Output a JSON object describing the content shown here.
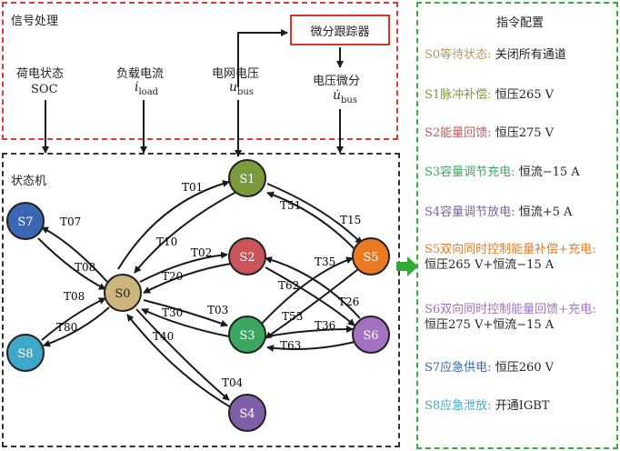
{
  "signal_section": {
    "title": "信号处理",
    "soc_label": "荷电状态",
    "soc_symbol": "SOC",
    "load_label": "负载电流",
    "load_symbol": "i",
    "load_sub": "load",
    "grid_label": "电网电压",
    "grid_symbol": "u",
    "grid_sub": "bus",
    "diff_tracker": "微分跟踪器",
    "diff_label": "电压微分",
    "diff_symbol": "u̇",
    "diff_sub": "bus"
  },
  "state_machine": {
    "title": "状态机",
    "states": [
      {
        "id": "S0",
        "color": "#cdb57e"
      },
      {
        "id": "S1",
        "color": "#7a9a3c"
      },
      {
        "id": "S2",
        "color": "#c9555a"
      },
      {
        "id": "S3",
        "color": "#3aa860"
      },
      {
        "id": "S4",
        "color": "#7f5fa8"
      },
      {
        "id": "S5",
        "color": "#ea7a22"
      },
      {
        "id": "S6",
        "color": "#a470c2"
      },
      {
        "id": "S7",
        "color": "#3a66b2"
      },
      {
        "id": "S8",
        "color": "#3fa8c8"
      }
    ],
    "transitions": [
      "T01",
      "T10",
      "T02",
      "T20",
      "T03",
      "T30",
      "T04",
      "T40",
      "T07",
      "T08",
      "T80",
      "T15",
      "T51",
      "T26",
      "T62",
      "T35",
      "T53",
      "T36",
      "T63"
    ]
  },
  "command_config": {
    "title": "指令配置",
    "items": [
      {
        "key": "S0等待状态:",
        "value": "关闭所有通道",
        "color": "#b49a5a"
      },
      {
        "key": "S1脉冲补偿:",
        "value": "恒压265 V",
        "color": "#7a9a3c"
      },
      {
        "key": "S2能量回馈:",
        "value": "恒压275 V",
        "color": "#c9555a"
      },
      {
        "key": "S3容量调节充电:",
        "value": "恒流−15 A",
        "color": "#3aa860"
      },
      {
        "key": "S4容量调节放电:",
        "value": "恒流+5 A",
        "color": "#7f5fa8"
      },
      {
        "key": "S5双向同时控制能量补偿+充电:",
        "value": "恒压265 V+恒流−15 A",
        "color": "#ea7a22"
      },
      {
        "key": "S6双向同时控制能量回馈+充电:",
        "value": "恒压275 V+恒流−15 A",
        "color": "#a470c2"
      },
      {
        "key": "S7应急供电:",
        "value": "恒压260 V",
        "color": "#3a66b2"
      },
      {
        "key": "S8应急泄放:",
        "value": "开通IGBT",
        "color": "#3fa8c8"
      }
    ]
  }
}
